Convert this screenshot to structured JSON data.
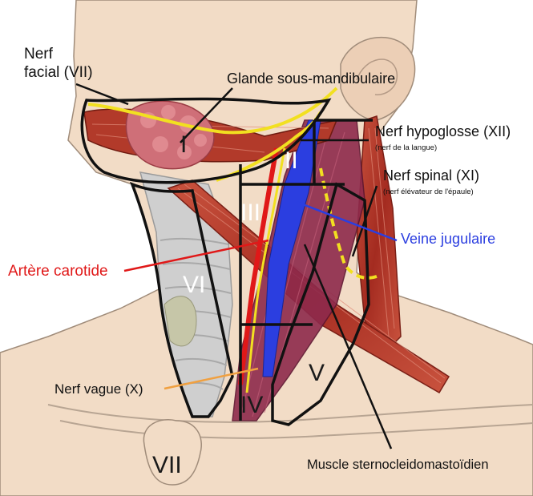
{
  "labels": {
    "facial_line1": "Nerf",
    "facial_line2": "facial (VII)",
    "glande": "Glande sous-mandibulaire",
    "hypoglosse": "Nerf hypoglosse (XII)",
    "hypoglosse_sub": "(nerf de la langue)",
    "spinal": "Nerf spinal (XI)",
    "spinal_sub": "(nerf élévateur de l'épaule)",
    "jugulaire": "Veine jugulaire",
    "carotide": "Artère carotide",
    "vague": "Nerf vague (X)",
    "muscle": "Muscle sternocleidomastoïdien"
  },
  "zones": {
    "z1": "I",
    "z2": "II",
    "z3": "III",
    "z4": "IV",
    "z5": "V",
    "z6": "VI",
    "z7": "VII"
  },
  "colors": {
    "skin": "#f2dcc6",
    "outline": "#8a7a6a",
    "muscle": "#b23a2a",
    "nerve": "#f2e020",
    "artery": "#e01818",
    "vein": "#2b3ee0",
    "carotid_label": "#e01818",
    "jugular_label": "#2b3ee0",
    "vagus_line": "#f0a040"
  }
}
